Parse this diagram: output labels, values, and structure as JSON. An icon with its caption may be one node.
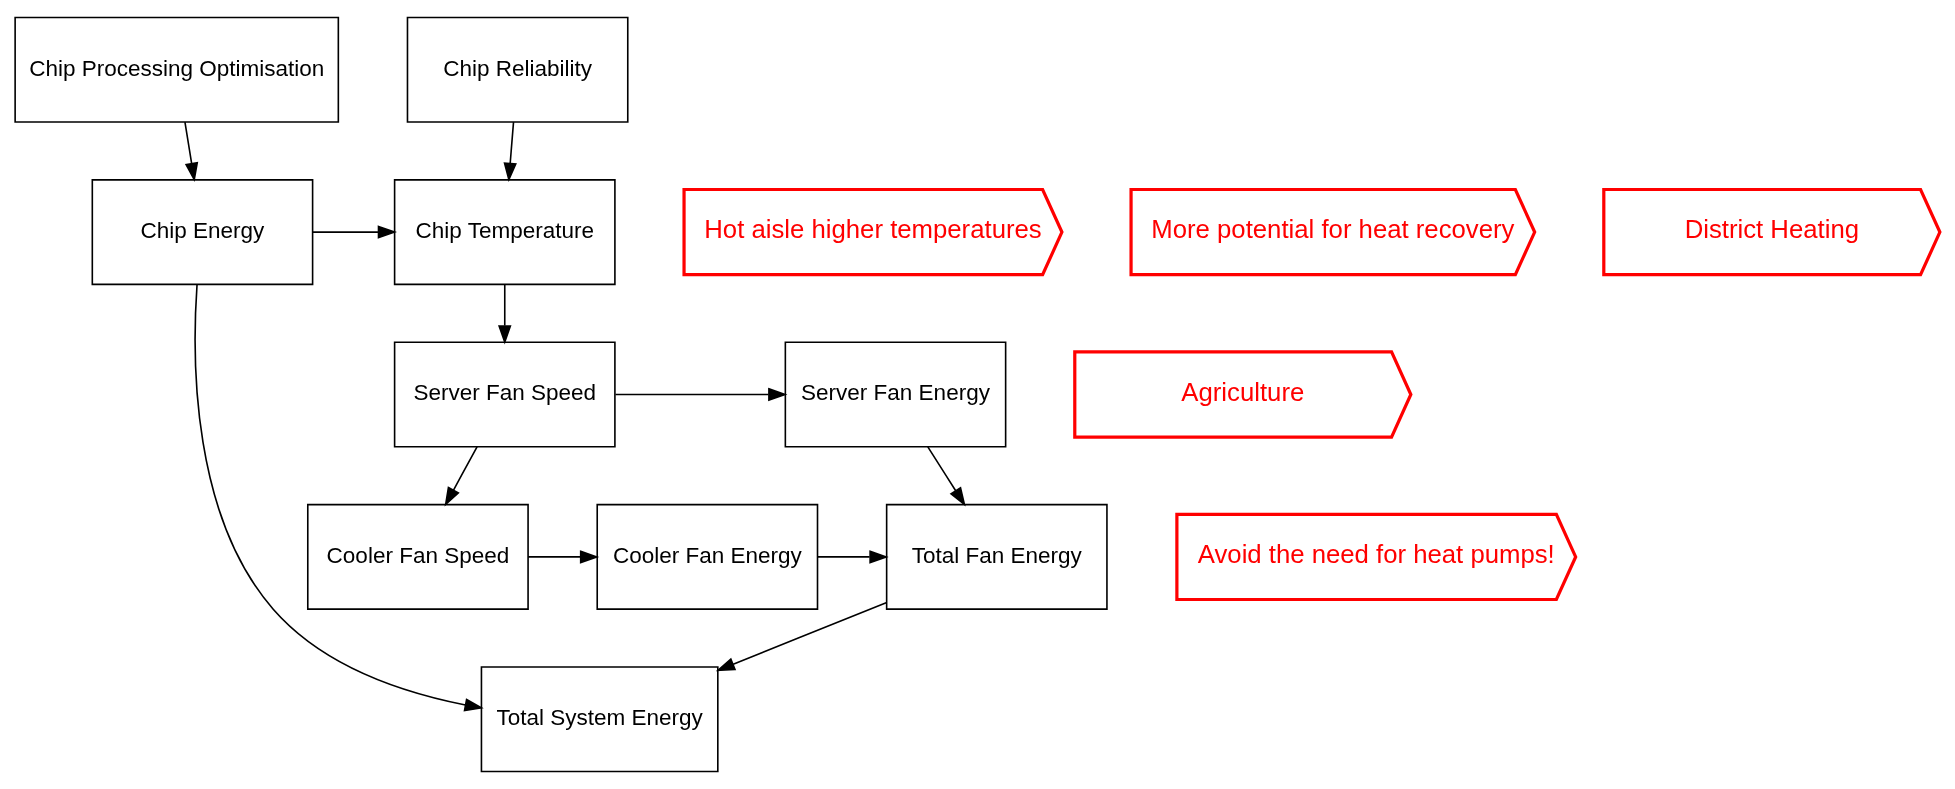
{
  "diagram": {
    "nodes": [
      {
        "text": [
          "Chip Processing Optimisation"
        ]
      },
      {
        "text": [
          "Chip Reliability"
        ]
      },
      {
        "text": [
          "Chip Energy"
        ]
      },
      {
        "text": [
          "Chip Temperature"
        ]
      },
      {
        "text": [
          "Hot aisle higher temperatures"
        ]
      },
      {
        "text": [
          "More potential for heat recovery"
        ]
      },
      {
        "text": [
          "District Heating"
        ]
      },
      {
        "text": [
          "Server Fan Speed"
        ]
      },
      {
        "text": [
          "Server Fan Energy"
        ]
      },
      {
        "text": [
          "Agriculture"
        ]
      },
      {
        "text": [
          "Cooler Fan Speed"
        ]
      },
      {
        "text": [
          "Cooler Fan Energy"
        ]
      },
      {
        "text": [
          "Total Fan Energy"
        ]
      },
      {
        "text": [
          "Avoid the need for heat pumps!"
        ]
      },
      {
        "text": [
          "Total System Energy"
        ]
      }
    ],
    "edges": [
      {
        "from": 0,
        "to": 2,
        "arrow": "to"
      },
      {
        "from": 1,
        "to": 3,
        "arrow": "to"
      },
      {
        "from": 2,
        "to": 3,
        "arrow": "to"
      },
      {
        "from": 3,
        "to": 7,
        "arrow": "to"
      },
      {
        "from": 7,
        "to": 8,
        "arrow": "to"
      },
      {
        "from": 7,
        "to": 10,
        "arrow": "to"
      },
      {
        "from": 8,
        "to": 12,
        "arrow": "to"
      },
      {
        "from": 10,
        "to": 11,
        "arrow": "to"
      },
      {
        "from": 11,
        "to": 12,
        "arrow": "to"
      },
      {
        "from": 2,
        "to": 14,
        "arrow": "to"
      },
      {
        "from": 12,
        "to": 14,
        "arrow": "to"
      }
    ]
  }
}
